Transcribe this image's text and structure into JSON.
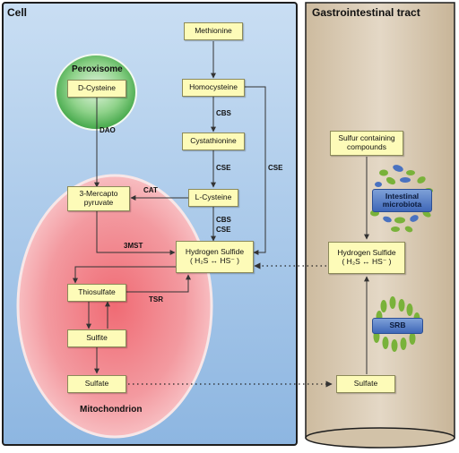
{
  "panels": {
    "cell_title": "Cell",
    "gi_title": "Gastrointestinal tract"
  },
  "organelles": {
    "peroxisome": "Peroxisome",
    "mitochondrion": "Mitochondrion"
  },
  "nodes": {
    "methionine": "Methionine",
    "homocysteine": "Homocysteine",
    "cystathionine": "Cystathionine",
    "l_cysteine": "L-Cysteine",
    "d_cysteine": "D-Cysteine",
    "mercapto_line1": "3-Mercapto",
    "mercapto_line2": "pyruvate",
    "h2s_cell_line1": "Hydrogen Sulfide",
    "h2s_cell_line2": "( H₂S ↔ HS⁻ )",
    "thiosulfate": "Thiosulfate",
    "sulfite": "Sulfite",
    "sulfate_cell": "Sulfate",
    "sulfur_line1": "Sulfur containing",
    "sulfur_line2": "compounds",
    "h2s_gi_line1": "Hydrogen Sulfide",
    "h2s_gi_line2": "( H₂S ↔ HS⁻ )",
    "sulfate_gi": "Sulfate"
  },
  "enzymes": {
    "cbs": "CBS",
    "cse_1": "CSE",
    "cse_side": "CSE",
    "cbs_2": "CBS",
    "cse_2": "CSE",
    "cat": "CAT",
    "dao": "DAO",
    "mst": "3MST",
    "tsr": "TSR"
  },
  "microbes": {
    "intestinal_line1": "Intestinal",
    "intestinal_line2": "microbiota",
    "srb": "SRB"
  },
  "colors": {
    "cell_bg_top": "#c6dcf2",
    "cell_bg_bottom": "#8fb8e2",
    "gi_bg": "#d9cbb5",
    "mito_fill": "#f3a9ae",
    "perox_fill": "#47b548",
    "node_fill": "#fdfbb8",
    "microbe_green": "#79b23a",
    "microbe_blue": "#4a72c0"
  }
}
